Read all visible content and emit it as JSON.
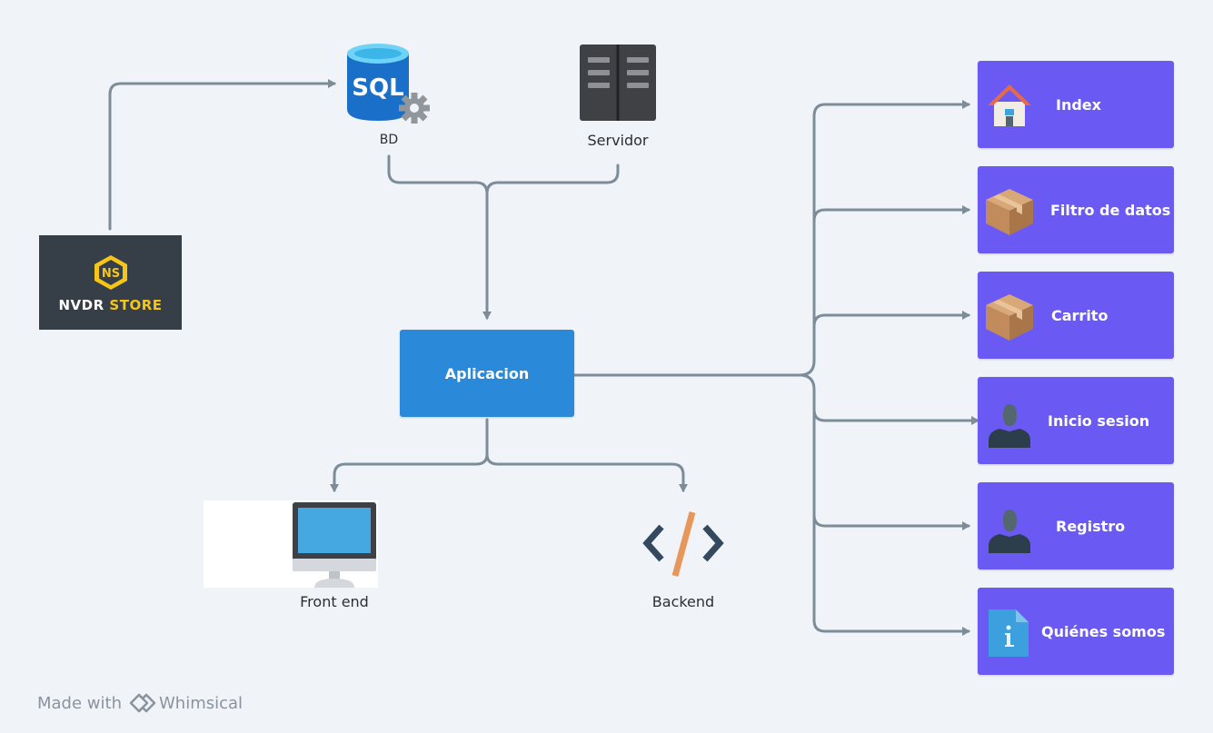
{
  "nodes": {
    "database": {
      "icon_text": "SQL",
      "label": "BD"
    },
    "server": {
      "label": "Servidor"
    },
    "app": {
      "label": "Aplicacion"
    },
    "frontend": {
      "label": "Front end"
    },
    "backend": {
      "label": "Backend"
    },
    "logo": {
      "name_part1": "NVDR",
      "name_part2": "STORE",
      "monogram": "NS"
    }
  },
  "pages": [
    {
      "label": "Index",
      "icon": "house-icon"
    },
    {
      "label": "Filtro de datos",
      "icon": "box-icon"
    },
    {
      "label": "Carrito",
      "icon": "box-icon"
    },
    {
      "label": "Inicio sesion",
      "icon": "user-icon"
    },
    {
      "label": "Registro",
      "icon": "user-icon"
    },
    {
      "label": "Quiénes somos",
      "icon": "info-icon"
    }
  ],
  "footer": {
    "prefix": "Made with",
    "brand": "Whimsical"
  },
  "colors": {
    "background": "#f0f3f7",
    "app": "#2a89d8",
    "card": "#6a59f3",
    "connector": "#7d8c99"
  }
}
